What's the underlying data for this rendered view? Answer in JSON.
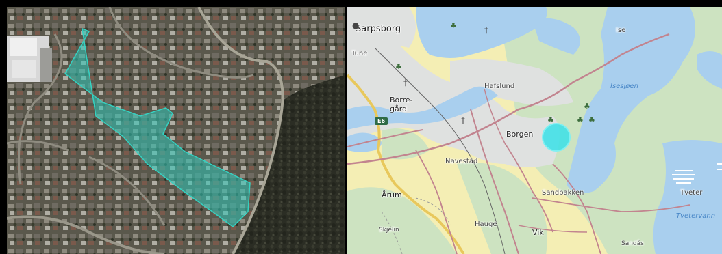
{
  "aerial": {
    "title": "aerial-photo",
    "highlight_color": "#2fc7b8"
  },
  "map": {
    "labels": {
      "sarpsborg": "Sarpsborg",
      "tune": "Tune",
      "borregard": "Borre-\ngård",
      "hafslund": "Hafslund",
      "isesjoen": "Isesjøen",
      "ise": "Ise",
      "borgen": "Borgen",
      "navestad": "Navestad",
      "arum": "Årum",
      "sandbakken": "Sandbakken",
      "tveter": "Tveter",
      "tvetervann": "Tvetervann",
      "hauge": "Hauge",
      "vik": "Vik",
      "skjelin": "Skjelin",
      "sandas": "Sandås"
    },
    "road_shield": "E6",
    "colors": {
      "water": "#a9cfee",
      "urban": "#dfe1e0",
      "forest": "#cde3c1",
      "field": "#f4eeb4",
      "motorway": "#e8c85c",
      "road": "#c2848f",
      "marker": "#39e0e8"
    }
  }
}
